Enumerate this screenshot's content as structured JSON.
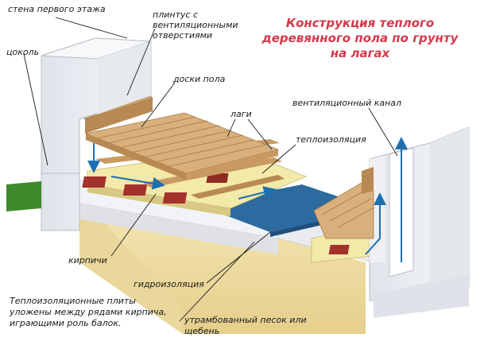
{
  "title": "Конструкция теплого деревянного пола по грунту на лагах",
  "labels": {
    "wall": "стена первого этажа",
    "plinth": "цоколь",
    "baseboard": "плинтус с вентиляционными отверстиями",
    "floorboards": "доски пола",
    "joists": "лаги",
    "vent_channel": "вентиляционный канал",
    "insulation": "теплоизоляция",
    "bricks": "кирпичи",
    "waterproofing": "гидроизоляция",
    "sand": "утрамбованный песок или щебень"
  },
  "note": "Теплоизоляционные плиты уложены между рядами кирпича, играющими роль балок.",
  "colors": {
    "title": "#d23a4a",
    "wood": "#d9b07c",
    "insulation": "#f3e9a8",
    "brick": "#a3322c",
    "waterproofing": "#2c6aa0",
    "sand": "#efe0a9",
    "concrete": "#eef0f4",
    "grass": "#3f8a2c",
    "airflow": "#1e6fb0"
  }
}
